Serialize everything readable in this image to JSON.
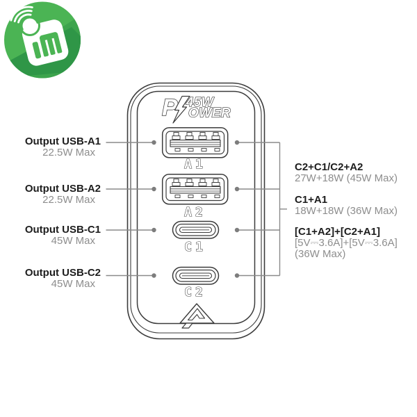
{
  "icons": {
    "watermark": "green-speaker-box-logo",
    "brand_mark": "triangle-a-logo",
    "bolt": "lightning-bolt-icon"
  },
  "device": {
    "power_logo": {
      "letter": "P",
      "watts": "45W",
      "suffix": "OWER"
    },
    "port_labels": [
      "A1",
      "A2",
      "C1",
      "C2"
    ]
  },
  "left_labels": [
    {
      "title": "Output USB-A1",
      "sub": "22.5W Max"
    },
    {
      "title": "Output USB-A2",
      "sub": "22.5W Max"
    },
    {
      "title": "Output USB-C1",
      "sub": "45W Max"
    },
    {
      "title": "Output USB-C2",
      "sub": "45W Max"
    }
  ],
  "right_labels": [
    {
      "title": "C2+C1/C2+A2",
      "line1": "27W+18W (45W Max)"
    },
    {
      "title": "C1+A1",
      "line1": "18W+18W (36W Max)"
    },
    {
      "title": "[C1+A2]+[C2+A1]",
      "line1": "[5V⎓3.6A]+[5V⎓3.6A]",
      "line2": "(36W Max)"
    }
  ],
  "colors": {
    "line": "#3b3b3b",
    "leader": "#8a8a8a",
    "text_dark": "#1d1d1d",
    "text_gray": "#8d8d8d",
    "logo_green": "#4bb454",
    "logo_green_mid": "#3da44d",
    "logo_green_dark": "#2f9647"
  }
}
